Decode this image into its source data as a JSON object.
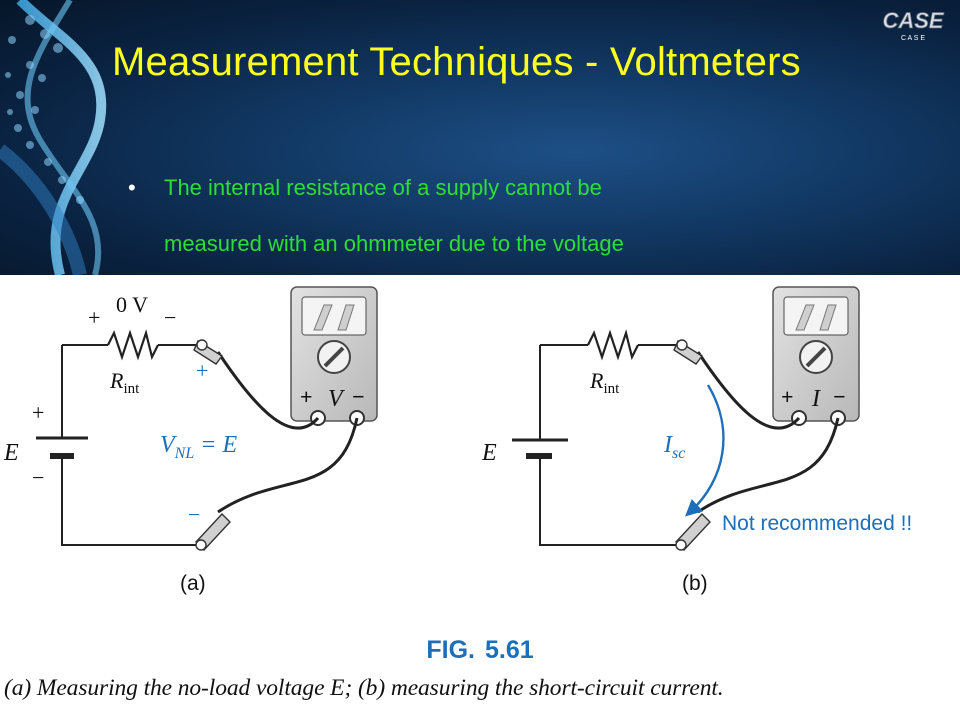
{
  "slide": {
    "title": "Measurement Techniques - Voltmeters",
    "bullet_lines": [
      "The internal resistance of a supply cannot be",
      "measured with an ohmmeter due to the voltage"
    ]
  },
  "logo": {
    "top_text": "CASE",
    "sub_text": "C A S E"
  },
  "figure": {
    "a": {
      "label": "(a)",
      "voltage_drop": "0 V",
      "resistor_symbol": "R",
      "resistor_sub": "int",
      "source": "E",
      "meter_symbol": "V",
      "reading": "V",
      "reading_sub": "NL",
      "reading_eq": " = E"
    },
    "b": {
      "label": "(b)",
      "resistor_symbol": "R",
      "resistor_sub": "int",
      "source": "E",
      "meter_symbol": "I",
      "current_symbol": "I",
      "current_sub": "sc",
      "warning": "Not recommended !!"
    },
    "fig_prefix": "FIG.",
    "fig_number": "5.61",
    "caption": "(a) Measuring the no-load voltage E; (b) measuring the short-circuit current."
  },
  "colors": {
    "title": "#ffff1e",
    "bullet_text": "#2ede35",
    "accent_blue": "#1c6fb8",
    "meter_gray": "#c9c9c9"
  }
}
